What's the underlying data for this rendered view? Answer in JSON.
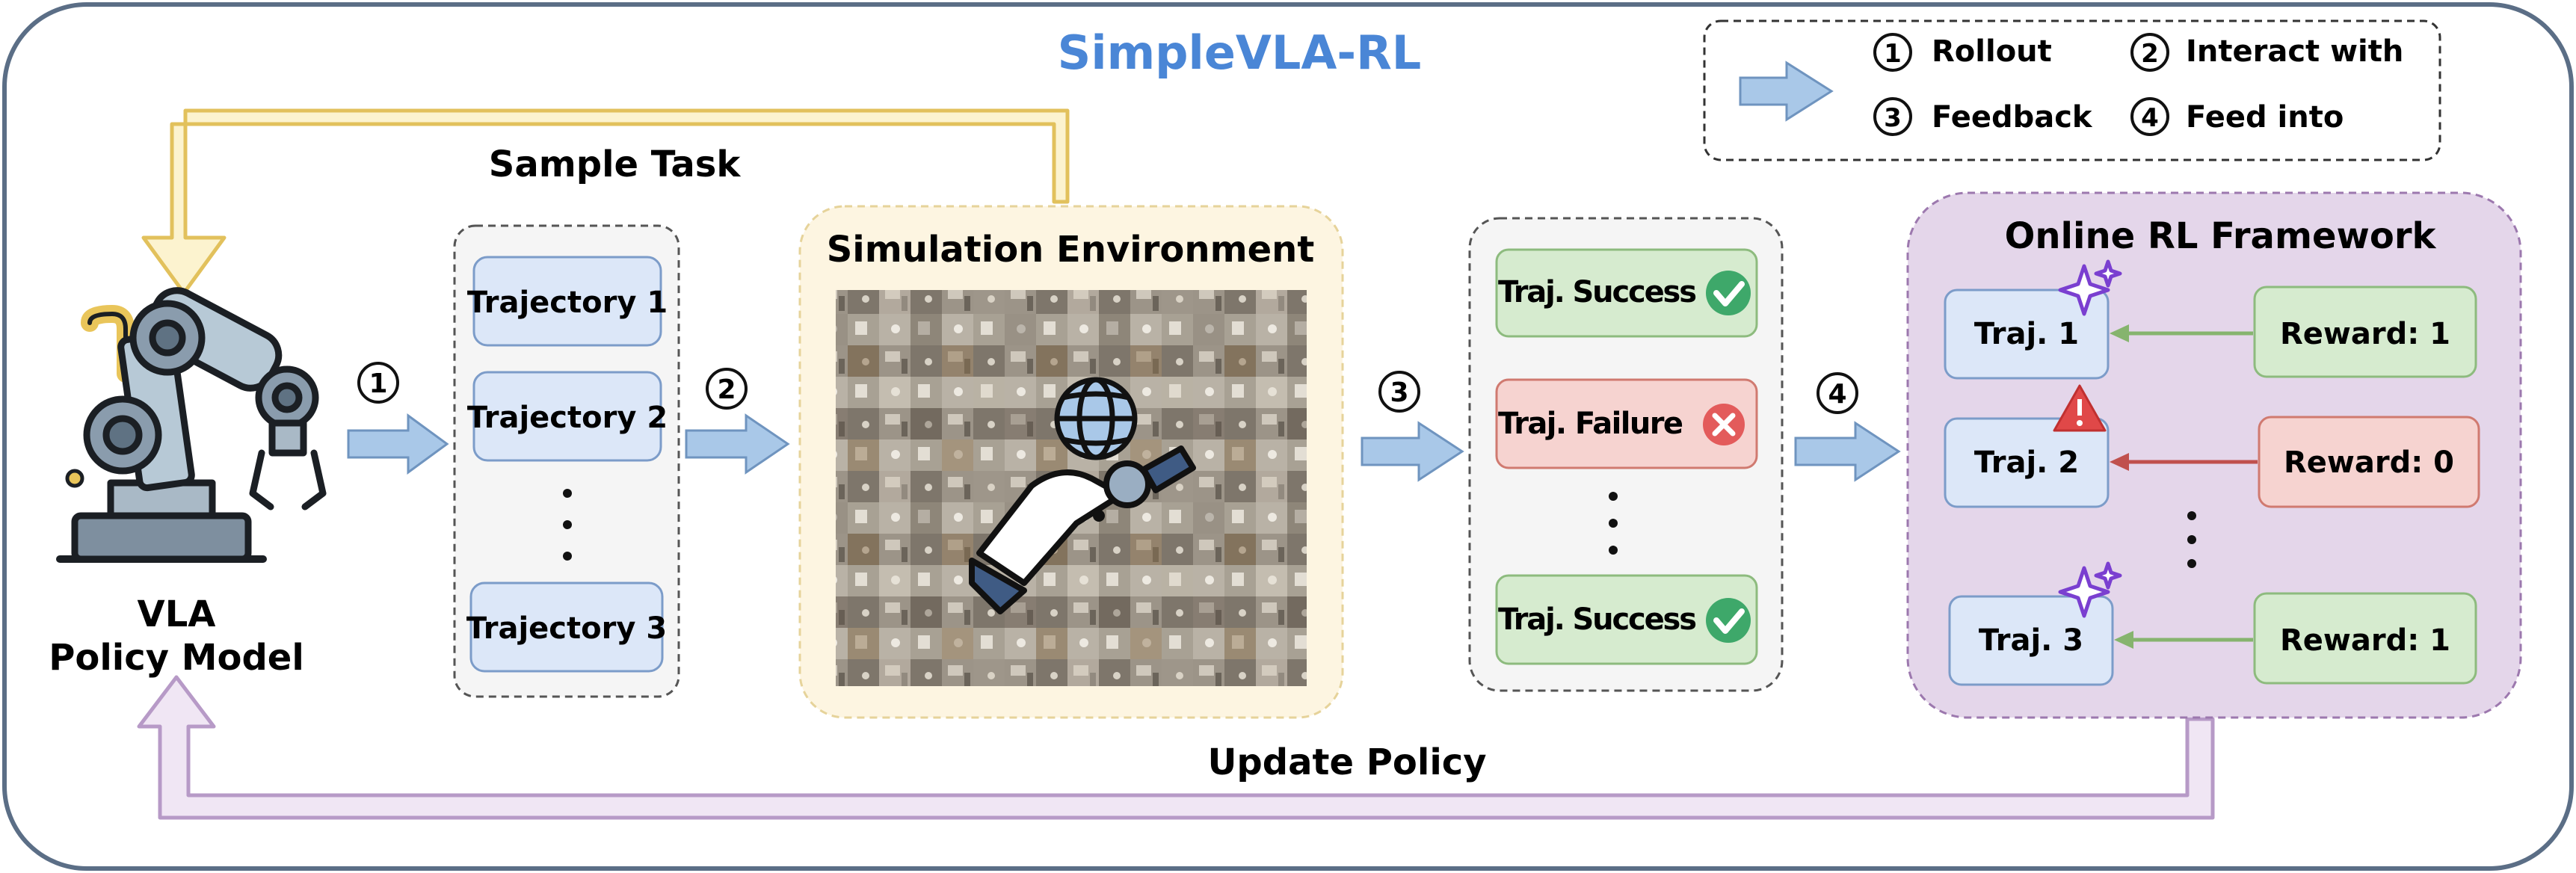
{
  "title": "SimpleVLA-RL",
  "legend": {
    "items": [
      {
        "num": "1",
        "label": "Rollout"
      },
      {
        "num": "2",
        "label": "Interact with"
      },
      {
        "num": "3",
        "label": "Feedback"
      },
      {
        "num": "4",
        "label": "Feed into"
      }
    ]
  },
  "loops": {
    "sample_task": "Sample Task",
    "update_policy": "Update Policy"
  },
  "policy": {
    "line1": "VLA",
    "line2": "Policy Model"
  },
  "steps": [
    "1",
    "2",
    "3",
    "4"
  ],
  "trajectories": {
    "items": [
      "Trajectory 1",
      "Trajectory 2",
      "Trajectory 3"
    ]
  },
  "simulation": {
    "title": "Simulation Environment"
  },
  "feedback": {
    "items": [
      {
        "label": "Traj. Success",
        "status": "success"
      },
      {
        "label": "Traj. Failure",
        "status": "failure"
      },
      {
        "label": "Traj. Success",
        "status": "success"
      }
    ]
  },
  "rl_framework": {
    "title": "Online RL Framework",
    "trajs": [
      "Traj. 1",
      "Traj. 2",
      "Traj. 3"
    ],
    "rewards": [
      "Reward: 1",
      "Reward: 0",
      "Reward: 1"
    ]
  },
  "colors": {
    "title_blue": "#4A86D6",
    "arrow_blue": "#A9C8E8",
    "traj_fill": "#DCE7F8",
    "traj_stroke": "#7C9CC9",
    "success_fill": "#D6EBCF",
    "success_stroke": "#8DBB7E",
    "failure_fill": "#F6D3D0",
    "failure_stroke": "#D07A70",
    "sim_bg": "#FDF5E1",
    "rl_bg": "#E4D6EA",
    "rl_stroke": "#9C78AE",
    "sample_loop": "#E7C865",
    "update_loop": "#B79AC7",
    "green_arrow": "#86B46E",
    "red_arrow": "#C0504D"
  }
}
